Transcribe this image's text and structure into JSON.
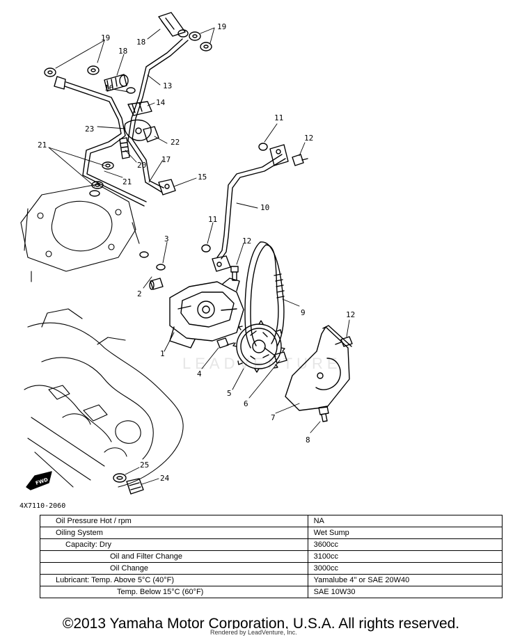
{
  "diagram": {
    "part_number": "4X7110-2060",
    "watermark": "LEADVENTURE",
    "fwd_label": "FWD",
    "callouts": [
      "1",
      "2",
      "3",
      "4",
      "5",
      "6",
      "7",
      "8",
      "9",
      "10",
      "11",
      "11",
      "12",
      "12",
      "12",
      "13",
      "14",
      "15",
      "16",
      "17",
      "18",
      "18",
      "19",
      "19",
      "20",
      "21",
      "21",
      "22",
      "23",
      "24",
      "25"
    ]
  },
  "spec_table": {
    "rows": [
      {
        "label": "Oil Pressure Hot / rpm",
        "value": "NA"
      },
      {
        "label": "Oiling System",
        "value": "Wet Sump"
      },
      {
        "label": "Capacity: Dry",
        "value": "3600cc"
      },
      {
        "label": "Oil and Filter Change",
        "value": "3100cc"
      },
      {
        "label": "Oil Change",
        "value": "3000cc"
      },
      {
        "label": "Lubricant: Temp. Above 5°C (40°F)",
        "value": "Yamalube 4\" or SAE 20W40"
      },
      {
        "label": "Temp. Below 15°C (60°F)",
        "value": "SAE 10W30"
      }
    ]
  },
  "footer": {
    "copyright": "©2013 Yamaha Motor Corporation, U.S.A. All rights reserved.",
    "rendered_by": "Rendered by LeadVenture, Inc."
  }
}
